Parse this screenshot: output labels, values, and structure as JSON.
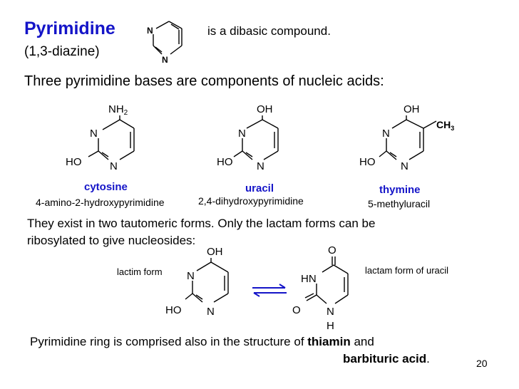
{
  "header": {
    "title": "Pyrimidine",
    "subtitle": "(1,3-diazine)",
    "dibasic": "is a dibasic compound."
  },
  "intro_line": "Three pyrimidine bases are components of nucleic acids:",
  "bases": [
    {
      "name": "cytosine",
      "iupac": "4-amino-2-hydroxypyrimidine"
    },
    {
      "name": "uracil",
      "iupac": "2,4-dihydroxypyrimidine"
    },
    {
      "name": "thymine",
      "iupac": "5-methyluracil"
    }
  ],
  "tautomer_text": {
    "line1": "They exist in two tautomeric forms. Only the lactam forms can be",
    "line2": "ribosylated to give nucleosides:"
  },
  "forms": {
    "lactim": "lactim form",
    "lactam": "lactam form of uracil"
  },
  "bottom": {
    "text1": "Pyrimidine ring is comprised also in the structure of ",
    "bold1": "thiamin",
    "and": " and",
    "bold2": "barbituric acid",
    "period": "."
  },
  "page_number": "20",
  "atoms": {
    "N": "N",
    "HO": "HO",
    "OH": "OH",
    "NH2_main": "NH",
    "NH2_sub": "2",
    "CH3_main": "CH",
    "CH3_sub": "3",
    "O": "O",
    "HN": "HN",
    "H": "H"
  },
  "colors": {
    "accent": "#1414c8",
    "arrow": "#1414c8"
  }
}
